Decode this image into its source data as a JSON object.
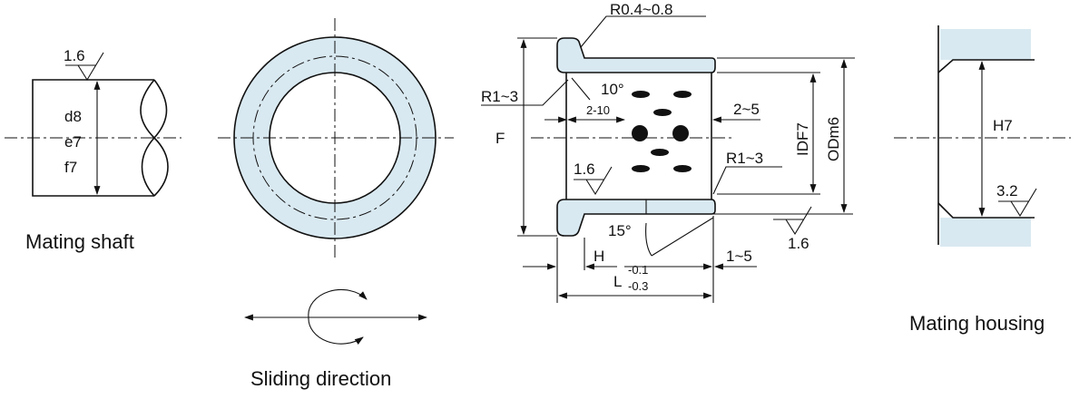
{
  "colors": {
    "part_fill": "#d9e9f1",
    "line": "#111111"
  },
  "shaft": {
    "caption": "Mating shaft",
    "roughness": "1.6",
    "tolerances": [
      "d8",
      "e7",
      "f7"
    ]
  },
  "ring": {
    "caption": "Sliding direction"
  },
  "bushing": {
    "flange_radius": "R0.4~0.8",
    "inner_radius": "R1~3",
    "angle_top": "10°",
    "groove_width": "2-10",
    "edge_gap": "2~5",
    "flange_label": "F",
    "roughness_inner": "1.6",
    "end_radius": "R1~3",
    "angle_bottom": "15°",
    "roughness_outer": "1.6",
    "id_tol": "IDF7",
    "od_tol": "ODm6",
    "height_label": "H",
    "length_label": "L",
    "length_tol_upper": "-0.1",
    "length_tol_lower": "-0.3",
    "end_offset": "1~5"
  },
  "housing": {
    "caption": "Mating housing",
    "tolerance": "H7",
    "roughness": "3.2"
  }
}
